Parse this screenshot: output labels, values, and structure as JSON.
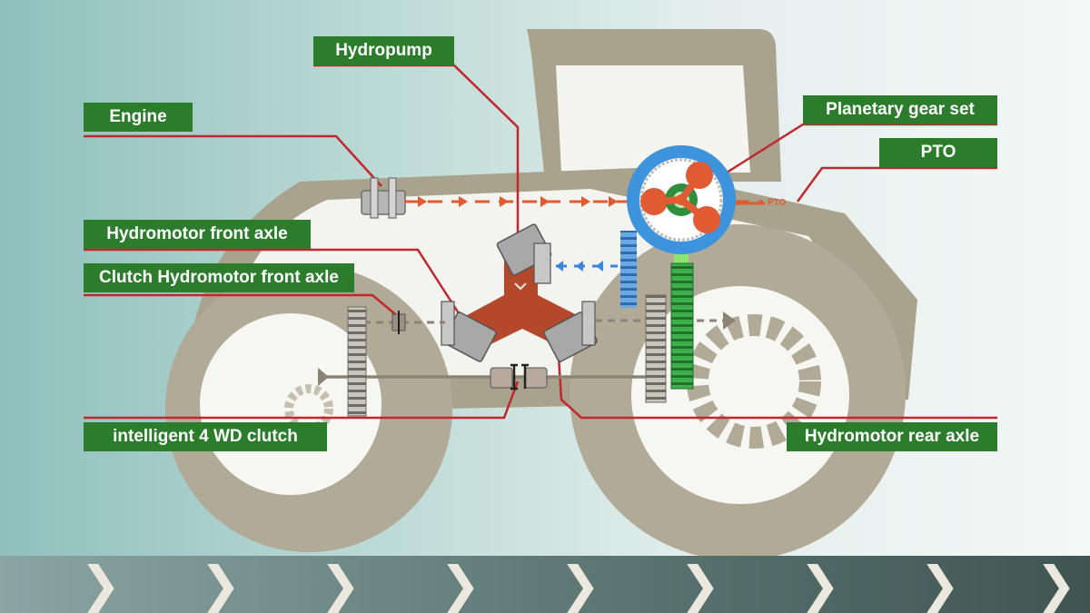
{
  "labels": {
    "hydropump": "Hydropump",
    "engine": "Engine",
    "planetary_gear_set": "Planetary gear set",
    "pto": "PTO",
    "hydromotor_front_axle": "Hydromotor front axle",
    "clutch_hydromotor_front_axle": "Clutch Hydromotor front axle",
    "intelligent_4wd_clutch": "intelligent 4 WD clutch",
    "hydromotor_rear_axle": "Hydromotor rear axle"
  },
  "pto_small_label": "PTO",
  "chevrons": [
    "❯",
    "❯",
    "❯",
    "❯",
    "❯",
    "❯",
    "❯",
    "❯",
    "❯"
  ],
  "colors": {
    "label_bg": "#2b7d2c",
    "leader_line": "#c1272d",
    "tractor_body": "#a9a38e",
    "engine_flow": "#e05a32",
    "hydraulic": "#b5482b",
    "return_flow": "#3b86d9",
    "ring_gear": "#3e93dd",
    "sun_gear": "#3aa34a"
  }
}
